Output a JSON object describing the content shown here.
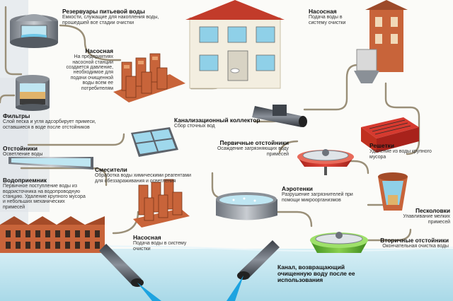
{
  "labels": {
    "reservoirs": {
      "title": "Резервуары питьевой воды",
      "desc": "Емкости, служащие для накопления воды, прошедшей все стадии очистки"
    },
    "pump_left": {
      "title": "Насосная",
      "desc": "На предприятиях насосной станции создается давление, необходимое для подачи очищенной воды всем ее потребителям"
    },
    "filters": {
      "title": "Фильтры",
      "desc": "Слой песка и угля адсорбирует примеси, оставшиеся в воде после отстойников"
    },
    "settlers": {
      "title": "Отстойники",
      "desc": "Осветление воды"
    },
    "intake": {
      "title": "Водоприемник",
      "desc": "Первичное поступление воды из водоисточника на водопроводную станцию. Удаление крупного мусора и небольших механических примесей"
    },
    "mixers": {
      "title": "Смесители",
      "desc": "Обработка воды химическими реагентами для обеззараживания и осветления"
    },
    "pump_bottom": {
      "title": "Насосная",
      "desc": "Подача воды в систему очистки"
    },
    "sewer": {
      "title": "Канализационный коллектор",
      "desc": "Сбор сточных вод"
    },
    "pump_right": {
      "title": "Насосная",
      "desc": "Подача воды в систему очистки"
    },
    "primary": {
      "title": "Первичные отстойники",
      "desc": "Осаждение загрязняющих воду примесей"
    },
    "grates": {
      "title": "Решетки",
      "desc": "Удаление из воды крупного мусора"
    },
    "aerotanks": {
      "title": "Аэротенки",
      "desc": "Разрушение загрязнителей при помощи микроорганизмов"
    },
    "sand": {
      "title": "Песколовки",
      "desc": "Улавливание мелких примесей"
    },
    "secondary": {
      "title": "Вторичные отстойники",
      "desc": "Окончательная очистка воды"
    },
    "canal": {
      "title": "Канал, возвращающий очищенную воду после ее использования",
      "desc": ""
    }
  },
  "colors": {
    "pipe": "#9a8f78",
    "water": "#bfe3ee",
    "brick": "#c8643a",
    "stream": "#1da3e0",
    "red_unit": "#d63a2f",
    "green_unit": "#6dbb3a"
  }
}
